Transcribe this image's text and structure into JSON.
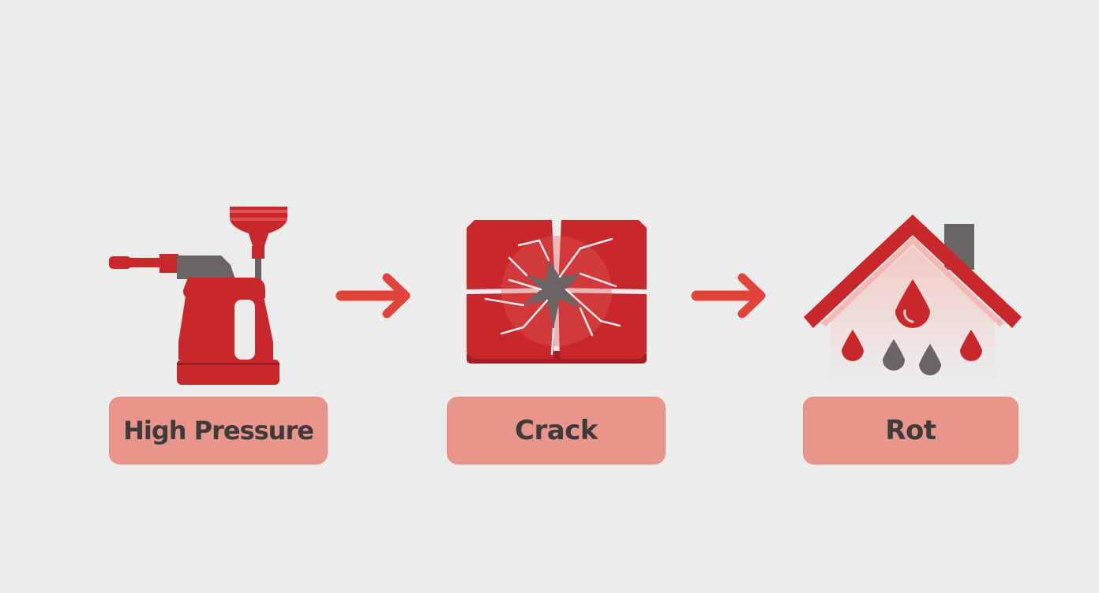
{
  "steps": [
    {
      "label": "High Pressure",
      "icon": "pressure-washer-icon"
    },
    {
      "label": "Crack",
      "icon": "cracked-tile-icon"
    },
    {
      "label": "Rot",
      "icon": "leaking-house-icon"
    }
  ],
  "connectors": [
    "arrow-right-icon",
    "arrow-right-icon"
  ],
  "colors": {
    "background": "#ececec",
    "accent_red": "#c8282c",
    "arrow_red": "#e0443a",
    "label_fill": "#e8968c",
    "label_text": "#3f3b3b",
    "gray": "#6b6464"
  }
}
